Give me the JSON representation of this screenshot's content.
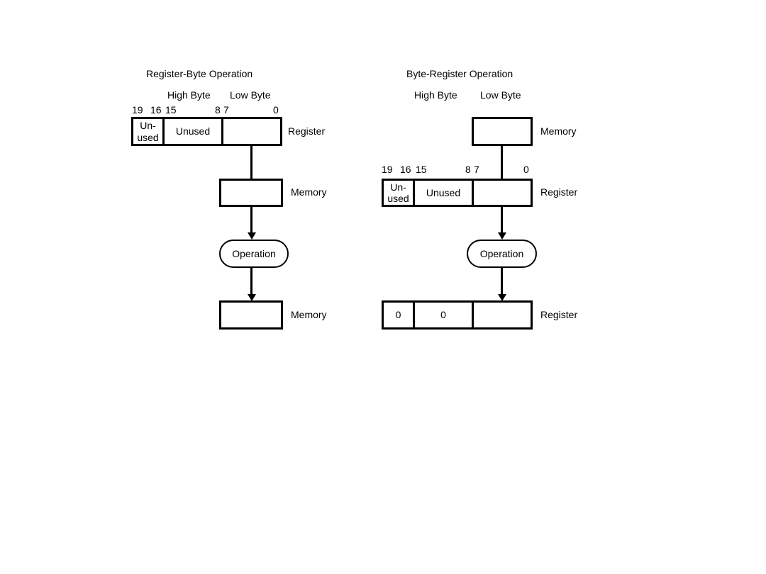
{
  "left": {
    "title": "Register-Byte Operation",
    "high_byte": "High Byte",
    "low_byte": "Low Byte",
    "bits": {
      "b19": "19",
      "b16": "16",
      "b15": "15",
      "b8": "8",
      "b7": "7",
      "b0": "0"
    },
    "register": {
      "unused_small": "Un-\nused",
      "unused": "Unused",
      "label": "Register"
    },
    "memory1_label": "Memory",
    "operation": "Operation",
    "memory2_label": "Memory"
  },
  "right": {
    "title": "Byte-Register Operation",
    "high_byte": "High Byte",
    "low_byte": "Low Byte",
    "memory_label": "Memory",
    "bits": {
      "b19": "19",
      "b16": "16",
      "b15": "15",
      "b8": "8",
      "b7": "7",
      "b0": "0"
    },
    "register": {
      "unused_small": "Un-\nused",
      "unused": "Unused",
      "label": "Register"
    },
    "operation": "Operation",
    "result": {
      "cell1": "0",
      "cell2": "0",
      "label": "Register"
    }
  }
}
